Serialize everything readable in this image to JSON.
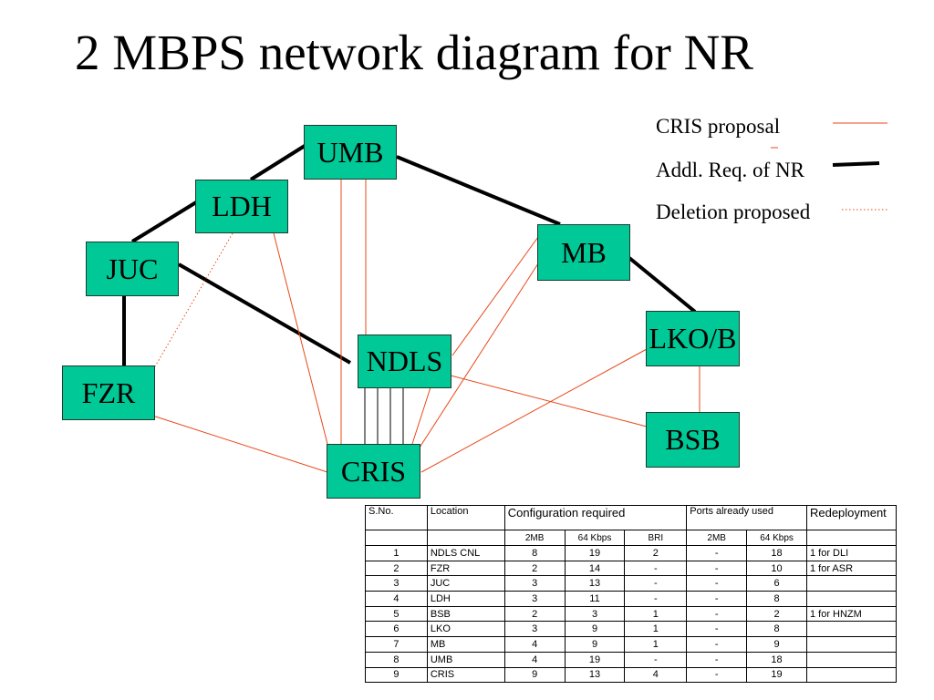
{
  "title": "2 MBPS network diagram for NR",
  "legend": {
    "items": [
      {
        "label": "CRIS proposal",
        "color": "#e8481a",
        "style": "thin"
      },
      {
        "label": "Addl. Req. of NR",
        "color": "#000000",
        "style": "thick"
      },
      {
        "label": "Deletion proposed",
        "color": "#e8481a",
        "style": "dotted"
      }
    ]
  },
  "nodes": {
    "umb": "UMB",
    "ldh": "LDH",
    "juc": "JUC",
    "fzr": "FZR",
    "mb": "MB",
    "lkob": "LKO/B",
    "ndls": "NDLS",
    "bsb": "BSB",
    "cris": "CRIS"
  },
  "colors": {
    "node_fill": "#00c896",
    "cris_line": "#e8481a",
    "addl_line": "#000000"
  },
  "table": {
    "headers": {
      "sno": "S.No.",
      "location": "Location",
      "config": "Configuration required",
      "ports": "Ports already used",
      "redeploy": "Redeployment"
    },
    "subheaders": [
      "2MB",
      "64 Kbps",
      "BRI",
      "2MB",
      "64 Kbps"
    ],
    "rows": [
      {
        "sno": "1",
        "loc": "NDLS CNL",
        "c2mb": "8",
        "c64": "19",
        "bri": "2",
        "p2mb": "-",
        "p64": "18",
        "red": "1 for DLI"
      },
      {
        "sno": "2",
        "loc": "FZR",
        "c2mb": "2",
        "c64": "14",
        "bri": "-",
        "p2mb": "-",
        "p64": "10",
        "red": "1 for ASR"
      },
      {
        "sno": "3",
        "loc": "JUC",
        "c2mb": "3",
        "c64": "13",
        "bri": "-",
        "p2mb": "-",
        "p64": "6",
        "red": ""
      },
      {
        "sno": "4",
        "loc": "LDH",
        "c2mb": "3",
        "c64": "11",
        "bri": "-",
        "p2mb": "-",
        "p64": "8",
        "red": ""
      },
      {
        "sno": "5",
        "loc": "BSB",
        "c2mb": "2",
        "c64": "3",
        "bri": "1",
        "p2mb": "-",
        "p64": "2",
        "red": "1 for HNZM"
      },
      {
        "sno": "6",
        "loc": "LKO",
        "c2mb": "3",
        "c64": "9",
        "bri": "1",
        "p2mb": "-",
        "p64": "8",
        "red": ""
      },
      {
        "sno": "7",
        "loc": "MB",
        "c2mb": "4",
        "c64": "9",
        "bri": "1",
        "p2mb": "-",
        "p64": "9",
        "red": ""
      },
      {
        "sno": "8",
        "loc": "UMB",
        "c2mb": "4",
        "c64": "19",
        "bri": "-",
        "p2mb": "-",
        "p64": "18",
        "red": ""
      },
      {
        "sno": "9",
        "loc": "CRIS",
        "c2mb": "9",
        "c64": "13",
        "bri": "4",
        "p2mb": "-",
        "p64": "19",
        "red": ""
      }
    ]
  }
}
